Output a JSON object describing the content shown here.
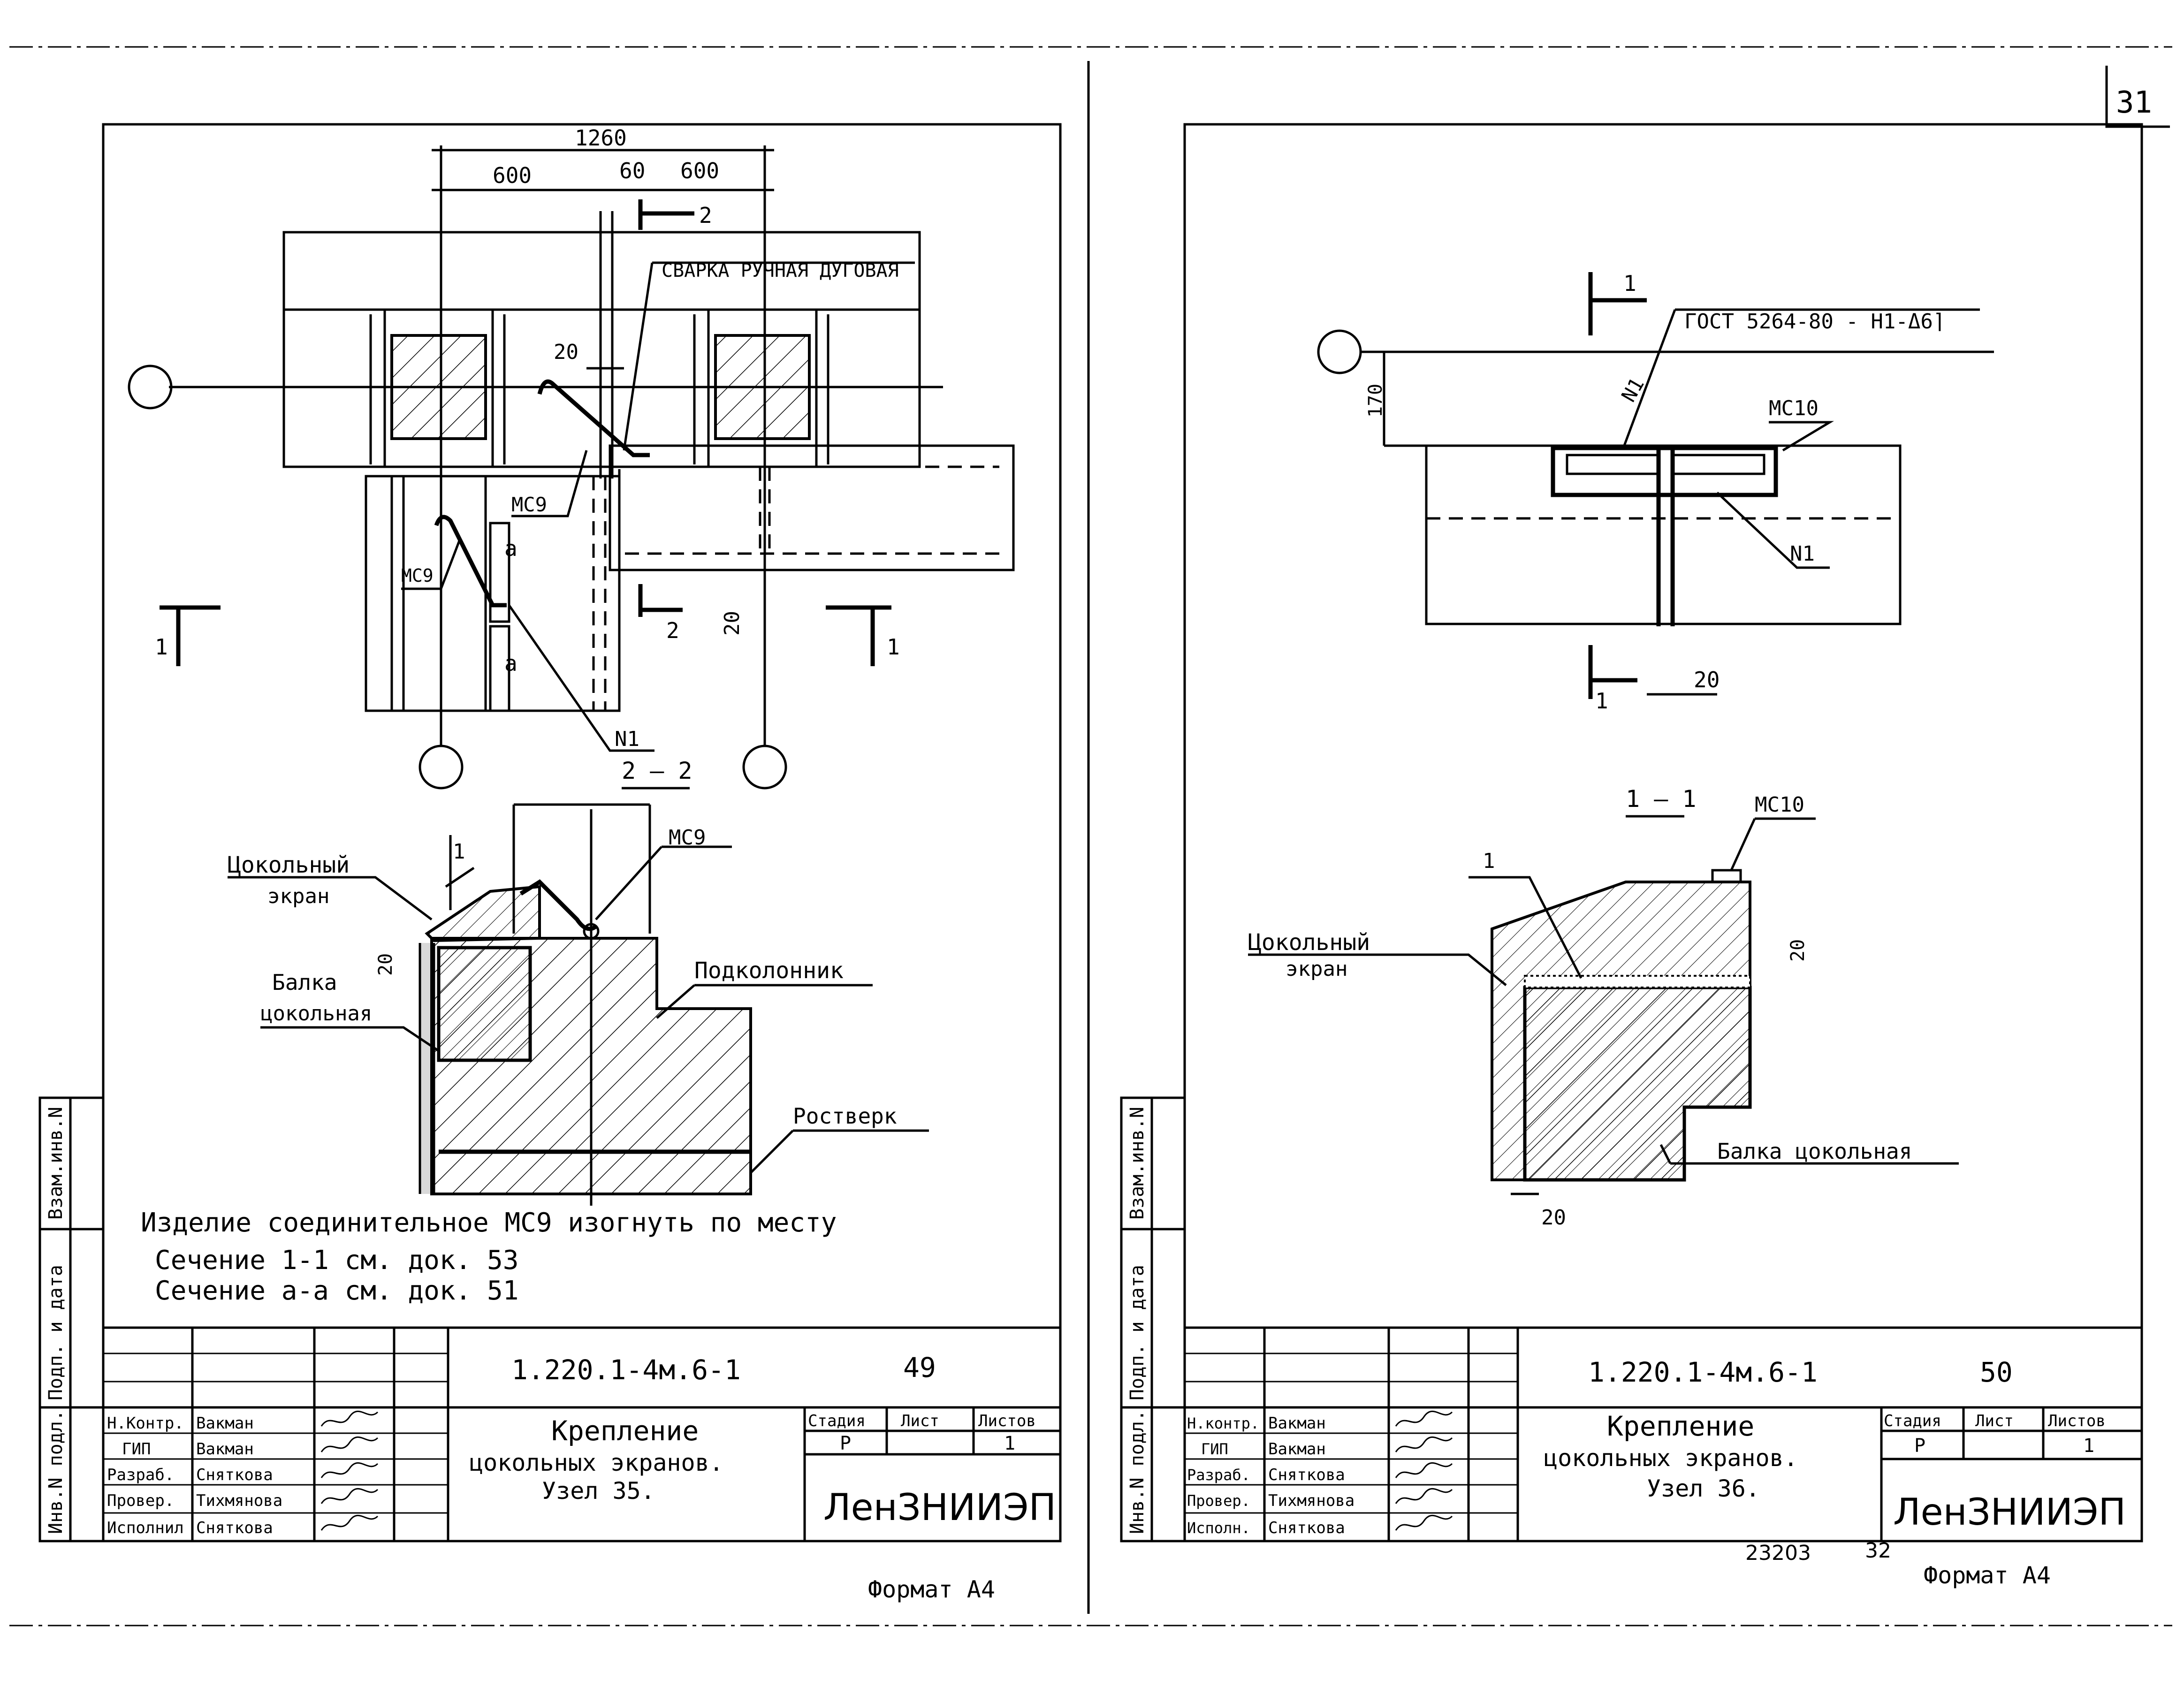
{
  "page_number": "31",
  "left_sheet": {
    "dims": {
      "total": "1260",
      "left": "600",
      "gap": "60",
      "right": "600",
      "d20a": "20",
      "d20b": "20",
      "d20c": "20"
    },
    "weld_note": "СВАРКА РУЧНАЯ ДУГОВАЯ",
    "labels": {
      "mc9a": "МС9",
      "mc9b": "МС9",
      "mc9c": "МС9",
      "n1": "N1",
      "a1": "а",
      "a2": "а",
      "sec2": "2",
      "sec2b": "2",
      "sec1": "1",
      "sec1b": "1",
      "pos1": "1"
    },
    "section_title": "2 – 2",
    "section_labels": {
      "screen1": "Цокольный",
      "screen2": "экран",
      "beam1": "Балка",
      "beam2": "цокольная",
      "pile_cap": "Подколонник",
      "grillage": "Ростверк"
    },
    "notes": [
      "Изделие соединительное МС9 изогнуть по месту",
      "Сечение 1-1 см. док. 53",
      "Сечение а-а см. док. 51"
    ],
    "title_block": {
      "code": "1.220.1-4м.6-1",
      "doc_no": "49",
      "title": [
        "Крепление",
        "цокольных экранов.",
        "Узел 35."
      ],
      "stage_h": "Стадия",
      "sheet_h": "Лист",
      "sheets_h": "Листов",
      "stage": "Р",
      "sheets": "1",
      "org": "ЛенЗНИИЭП",
      "roles": [
        "Н.Контр.",
        "ГИП",
        "Разраб.",
        "Провер.",
        "Исполнил"
      ],
      "names": [
        "Вакман",
        "Вакман",
        "Снятковa",
        "Тихмянова",
        "Снятковa"
      ]
    },
    "side_stamp": [
      "Инв.N подл.",
      "Подп. и дата",
      "Взам.инв.N"
    ],
    "format": "Формат А4"
  },
  "right_sheet": {
    "gost": "ГОСТ 5264-80 - Н1-Δ6⌉",
    "dims": {
      "d170": "170",
      "d20a": "20",
      "d20b": "20",
      "d20c": "20"
    },
    "labels": {
      "mc10a": "МС10",
      "mc10b": "МС10",
      "n1a": "N1",
      "n1b": "N1",
      "sec1": "1",
      "sec1b": "1",
      "pos1": "1"
    },
    "section_title": "1 – 1",
    "section_labels": {
      "screen1": "Цокольный",
      "screen2": "экран",
      "beam": "Балка цокольная"
    },
    "title_block": {
      "code": "1.220.1-4м.6-1",
      "doc_no": "50",
      "title": [
        "Крепление",
        "цокольных экранов.",
        "Узел 36."
      ],
      "stage_h": "Стадия",
      "sheet_h": "Лист",
      "sheets_h": "Листов",
      "stage": "Р",
      "sheets": "1",
      "org": "ЛенЗНИИЭП",
      "roles": [
        "Н.контр.",
        "ГИП",
        "Разраб.",
        "Провер.",
        "Исполн."
      ],
      "names": [
        "Вакман",
        "Вакман",
        "Снятковa",
        "Тихмянова",
        "Снятковa"
      ]
    },
    "side_stamp": [
      "Инв.N подл.",
      "Подп. и дата",
      "Взам.инв.N"
    ],
    "archive_no": "23203",
    "archive_sheet": "32",
    "format": "Формат А4"
  }
}
